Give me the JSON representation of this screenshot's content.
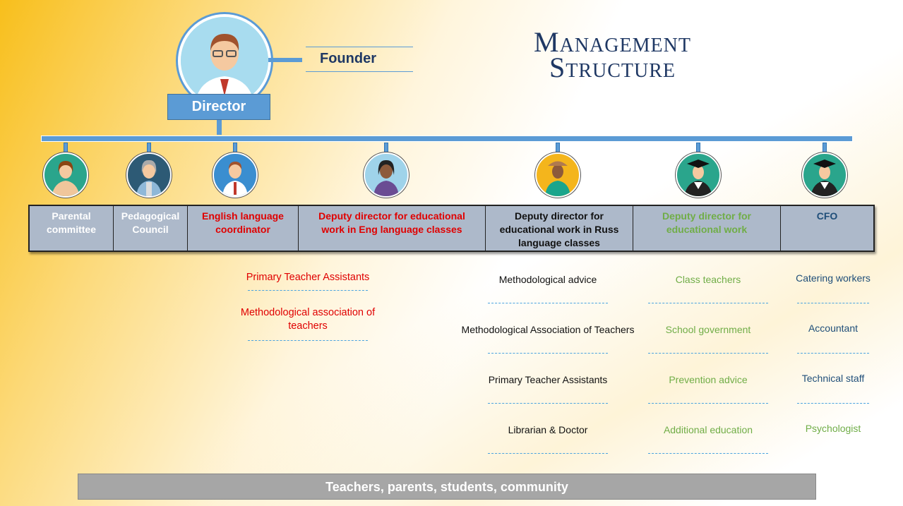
{
  "title": {
    "line1": "Management",
    "line2": "Structure"
  },
  "founder": "Founder",
  "director": "Director",
  "columns": [
    {
      "label": "Parental committee",
      "color": "#ffffff"
    },
    {
      "label": "Pedagogical Council",
      "color": "#ffffff"
    },
    {
      "label": "English language coordinator",
      "color": "#e00000"
    },
    {
      "label": "Deputy director for educational work in   Eng language classes",
      "color": "#e00000"
    },
    {
      "label": "Deputy director for educational work in   Russ language classes",
      "color": "#111111"
    },
    {
      "label": "Deputy director for educational work",
      "color": "#70ad47"
    },
    {
      "label": "CFO",
      "color": "#1f4e79"
    }
  ],
  "lists": {
    "english": [
      "Primary Teacher Assistants",
      "Methodological association of teachers"
    ],
    "russ": [
      "Methodological advice",
      "Methodological Association of Teachers",
      "Primary Teacher Assistants",
      "Librarian & Doctor"
    ],
    "educational": [
      "Class teachers",
      "School government",
      "Prevention advice",
      "Additional education"
    ],
    "cfo": [
      "Catering workers",
      "Accountant",
      "Technical staff",
      "Psychologist"
    ]
  },
  "bottom": "Teachers, parents, students, community",
  "colors": {
    "accent": "#5b9bd5",
    "title": "#1f3864",
    "red": "#e00000",
    "green": "#70ad47",
    "navy": "#1f4e79"
  }
}
